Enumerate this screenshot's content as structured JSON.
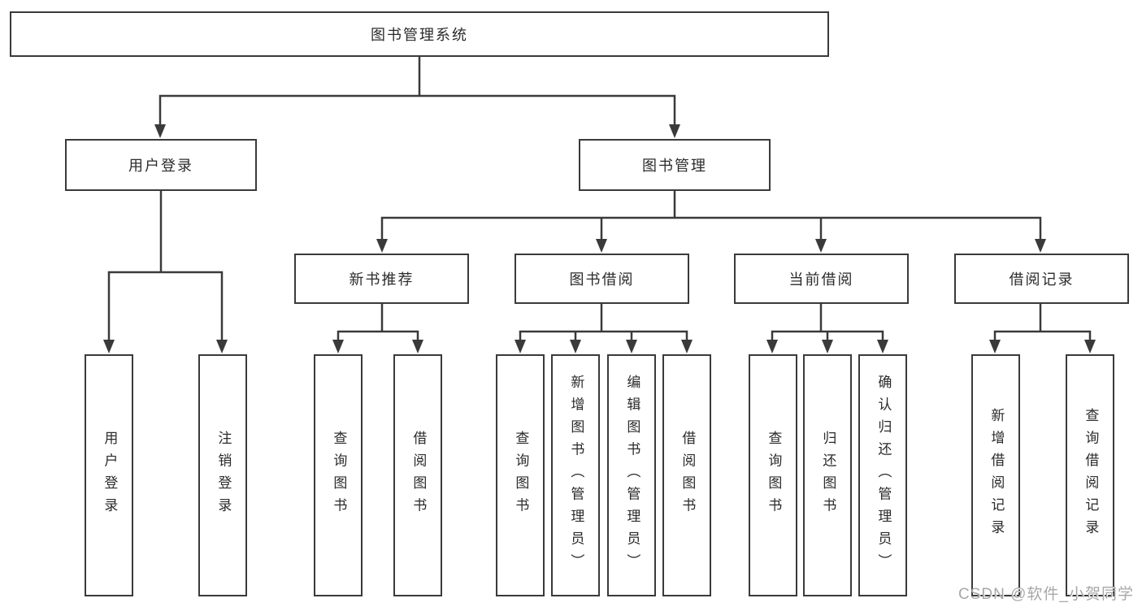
{
  "title": "图书管理系统",
  "level1": [
    {
      "id": "user-login",
      "label": "用户登录",
      "parent": "图书管理系统"
    },
    {
      "id": "book-management",
      "label": "图书管理",
      "parent": "图书管理系统"
    }
  ],
  "level2": [
    {
      "id": "new-book-recommend",
      "label": "新书推荐",
      "parent": "图书管理"
    },
    {
      "id": "book-borrow",
      "label": "图书借阅",
      "parent": "图书管理"
    },
    {
      "id": "current-borrow",
      "label": "当前借阅",
      "parent": "图书管理"
    },
    {
      "id": "borrow-records",
      "label": "借阅记录",
      "parent": "图书管理"
    }
  ],
  "leaves": [
    {
      "id": "user-login",
      "label": "用户登录",
      "parent": "用户登录"
    },
    {
      "id": "logout",
      "label": "注销登录",
      "parent": "用户登录"
    },
    {
      "id": "query-books-1",
      "label": "查询图书",
      "parent": "新书推荐"
    },
    {
      "id": "borrow-books-1",
      "label": "借阅图书",
      "parent": "新书推荐"
    },
    {
      "id": "query-books-2",
      "label": "查询图书",
      "parent": "图书借阅"
    },
    {
      "id": "add-book-admin",
      "label": "新增图书（管理员）",
      "parent": "图书借阅"
    },
    {
      "id": "edit-book-admin",
      "label": "编辑图书（管理员）",
      "parent": "图书借阅"
    },
    {
      "id": "borrow-books-2",
      "label": "借阅图书",
      "parent": "图书借阅"
    },
    {
      "id": "query-books-3",
      "label": "查询图书",
      "parent": "当前借阅"
    },
    {
      "id": "return-book",
      "label": "归还图书",
      "parent": "当前借阅"
    },
    {
      "id": "confirm-return-admin",
      "label": "确认归还（管理员）",
      "parent": "当前借阅"
    },
    {
      "id": "add-borrow-record",
      "label": "新增借阅记录",
      "parent": "借阅记录"
    },
    {
      "id": "query-borrow-record",
      "label": "查询借阅记录",
      "parent": "借阅记录"
    }
  ],
  "colors": {
    "line": "#3a3a3a",
    "box_border": "#3a3a3a",
    "box_fill": "#ffffff",
    "text": "#2b2b2b",
    "watermark": "#a8a8a8"
  },
  "watermark": "CSDN @软件_小贺同学"
}
